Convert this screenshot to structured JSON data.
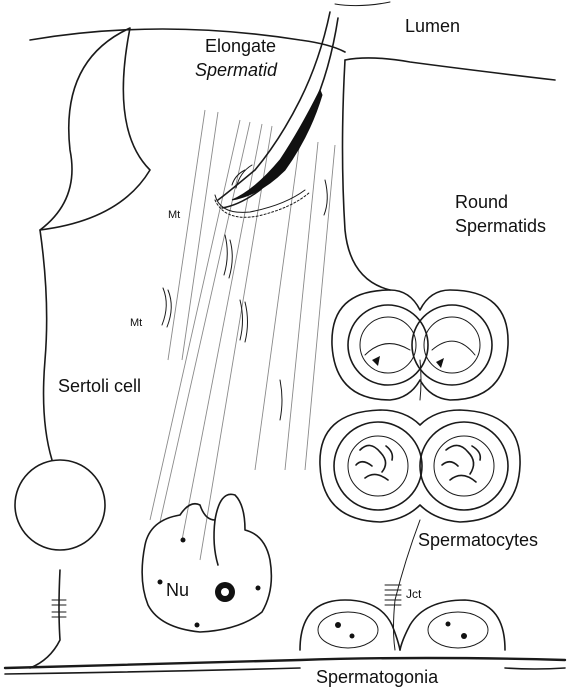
{
  "labels": {
    "lumen": "Lumen",
    "elongate_line1": "Elongate",
    "elongate_line2": "Spermatid",
    "round_line1": "Round",
    "round_line2": "Spermatids",
    "mt_upper": "Mt",
    "mt_lower": "Mt",
    "sertoli": "Sertoli cell",
    "spermatocytes": "Spermatocytes",
    "jct": "Jct",
    "nu": "Nu",
    "spermatogonia": "Spermatogonia"
  },
  "colors": {
    "ink": "#1a1a1a",
    "faint": "#8a8a8a",
    "background": "#ffffff"
  }
}
